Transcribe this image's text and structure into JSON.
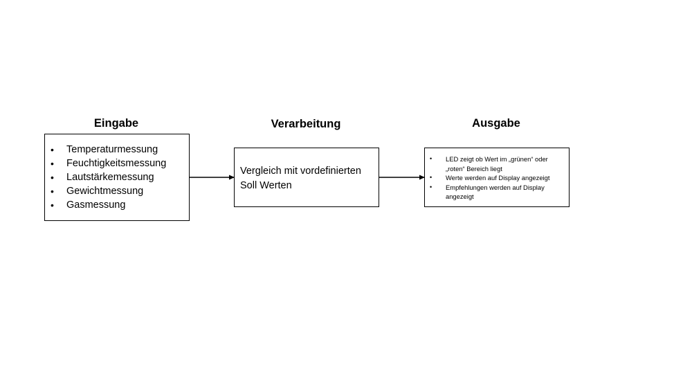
{
  "headings": {
    "input": "Eingabe",
    "process": "Verarbeitung",
    "output": "Ausgabe"
  },
  "input_box": {
    "items": [
      "Temperaturmessung",
      "Feuchtigkeitsmessung",
      "Lautstärkemessung",
      "Gewichtmessung",
      "Gasmessung"
    ]
  },
  "process_box": {
    "text": "Vergleich mit vordefinierten Soll Werten"
  },
  "output_box": {
    "items": [
      "LED zeigt ob Wert im „grünen“ oder „roten“ Bereich liegt",
      "Werte werden auf Display angezeigt",
      "Empfehlungen werden auf Display angezeigt"
    ]
  },
  "bullet_symbol": "•"
}
